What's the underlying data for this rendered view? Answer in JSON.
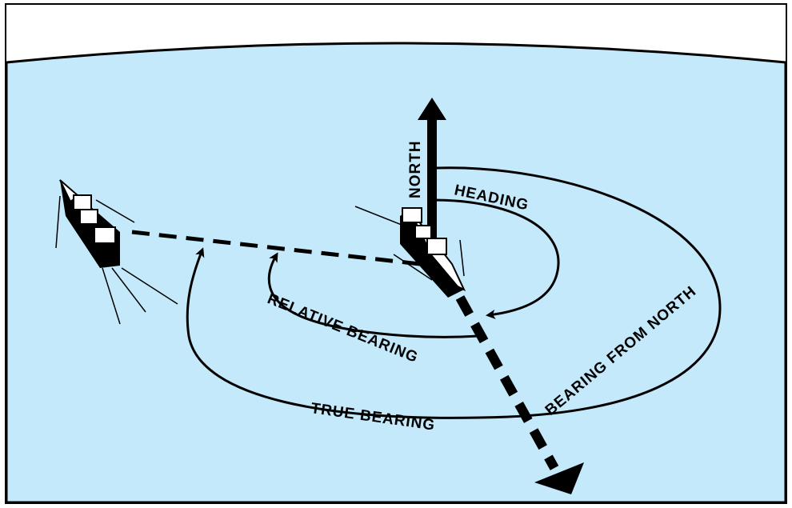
{
  "labels": {
    "north": "NORTH",
    "heading": "HEADING",
    "relative_bearing": "RELATIVE BEARING",
    "true_bearing": "TRUE BEARING",
    "bearing_from_north": "BEARING FROM NORTH"
  },
  "icons": {
    "own_ship": "ship-icon",
    "target_ship": "ship-icon",
    "north_arrow": "arrow-up-icon",
    "heading_arrow": "dashed-arrow-icon"
  },
  "colors": {
    "sea": "#c4e9fb",
    "sky": "#ffffff",
    "ink": "#000000"
  }
}
